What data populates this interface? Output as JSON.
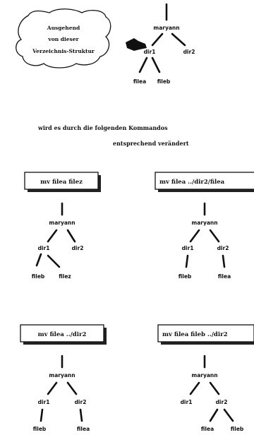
{
  "cloud": {
    "line1": "Ausgehend",
    "line2": "von dieser",
    "line3": "Verzeichnis-Struktur"
  },
  "caption": {
    "line1": "wird es durch die folgenden Kommandos",
    "line2": "entsprechend verändert"
  },
  "commands": {
    "c1": "mv filea filez",
    "c2": "mv filea ../dir2/filea",
    "c3": "mv filea ../dir2",
    "c4": "mv filea fileb ../dir2"
  },
  "trees": {
    "t0": {
      "root": "maryann",
      "d1": "dir1",
      "d2": "dir2",
      "a": "filea",
      "b": "fileb"
    },
    "t1": {
      "root": "maryann",
      "d1": "dir1",
      "d2": "dir2",
      "a": "fileb",
      "b": "filez"
    },
    "t2": {
      "root": "maryann",
      "d1": "dir1",
      "d2": "dir2",
      "a": "fileb",
      "b": "filea"
    },
    "t3": {
      "root": "maryann",
      "d1": "dir1",
      "d2": "dir2",
      "a": "fileb",
      "b": "filea"
    },
    "t4": {
      "root": "maryann",
      "d1": "dir1",
      "d2": "dir2",
      "a": "filea",
      "b": "fileb"
    }
  }
}
